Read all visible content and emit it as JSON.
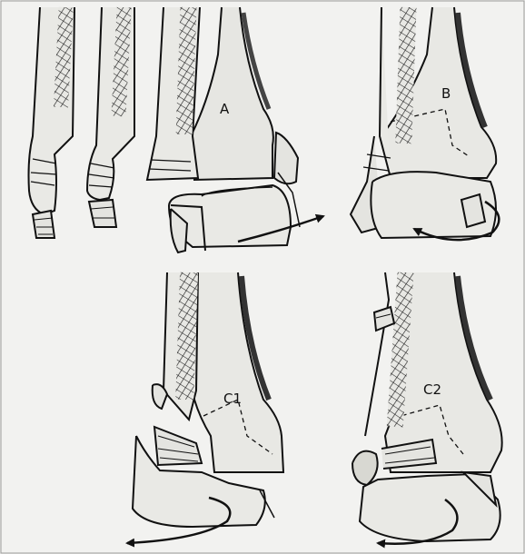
{
  "figure": {
    "labels": {
      "a": "A",
      "b": "B",
      "c1": "C1",
      "c2": "C2"
    }
  }
}
